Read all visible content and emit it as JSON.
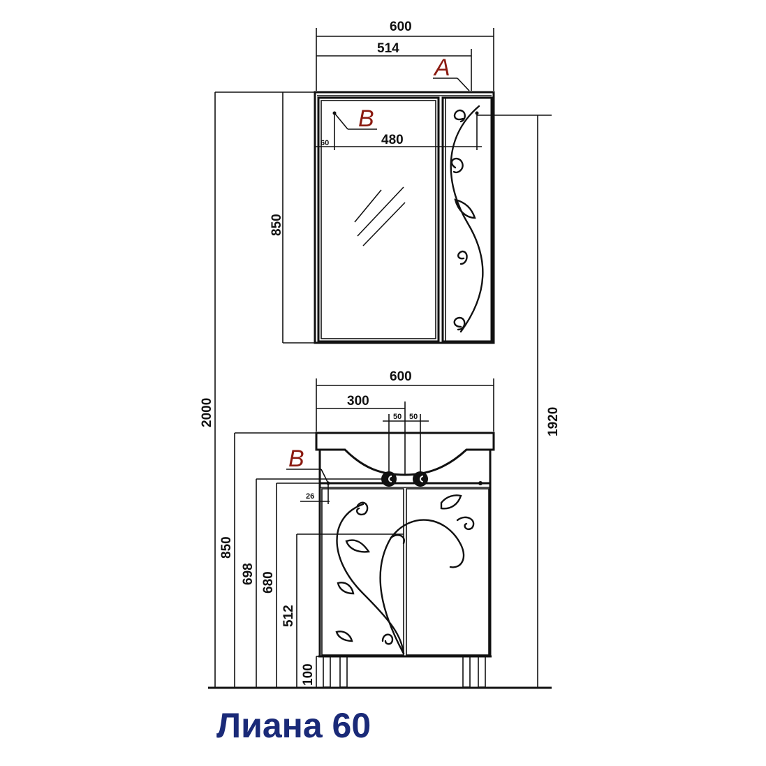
{
  "title": "Лиана 60",
  "colors": {
    "title": "#1a2a78",
    "markers": "#8b1a10",
    "lines": "#111111"
  },
  "mirror_cabinet": {
    "width_label": "600",
    "inner_width_label": "514",
    "height_label": "850",
    "mount_width_label": "480",
    "mount_offset_label": "60",
    "marker_a": "A",
    "marker_b": "B"
  },
  "vanity": {
    "width_label": "600",
    "half_width_label": "300",
    "left_offset_label": "50",
    "right_offset_label": "50",
    "marker_b": "B",
    "side_offset_label": "26",
    "height_label": "850",
    "level_698_label": "698",
    "level_680_label": "680",
    "level_512_label": "512",
    "legs_label": "100"
  },
  "overall": {
    "total_height_label": "2000",
    "top_mount_label": "1920"
  }
}
